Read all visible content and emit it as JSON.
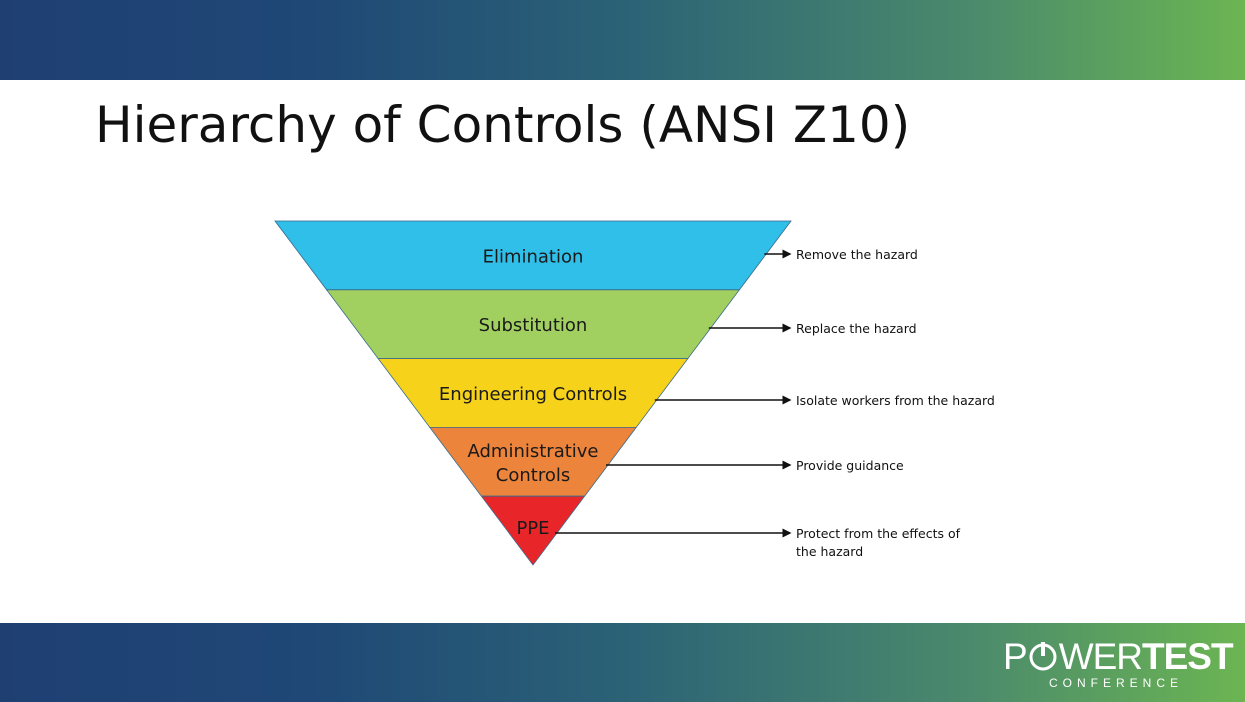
{
  "slide": {
    "title": "Hierarchy of Controls (ANSI Z10)"
  },
  "pyramid": {
    "levels": [
      {
        "label_lines": [
          "Elimination"
        ],
        "description_lines": [
          "Remove the hazard"
        ],
        "color": "#2fbfe9"
      },
      {
        "label_lines": [
          "Substitution"
        ],
        "description_lines": [
          "Replace the hazard"
        ],
        "color": "#a1d061"
      },
      {
        "label_lines": [
          "Engineering Controls"
        ],
        "description_lines": [
          "Isolate workers from the hazard"
        ],
        "color": "#f6d21b"
      },
      {
        "label_lines": [
          "Administrative",
          "Controls"
        ],
        "description_lines": [
          "Provide guidance"
        ],
        "color": "#ec843c"
      },
      {
        "label_lines": [
          "PPE"
        ],
        "description_lines": [
          "Protect from the effects of",
          "the hazard"
        ],
        "color": "#e8262a"
      }
    ]
  },
  "logo": {
    "power_part1": "P",
    "power_part2": "WER",
    "test_part": "TEST",
    "subtitle": "CONFERENCE"
  }
}
